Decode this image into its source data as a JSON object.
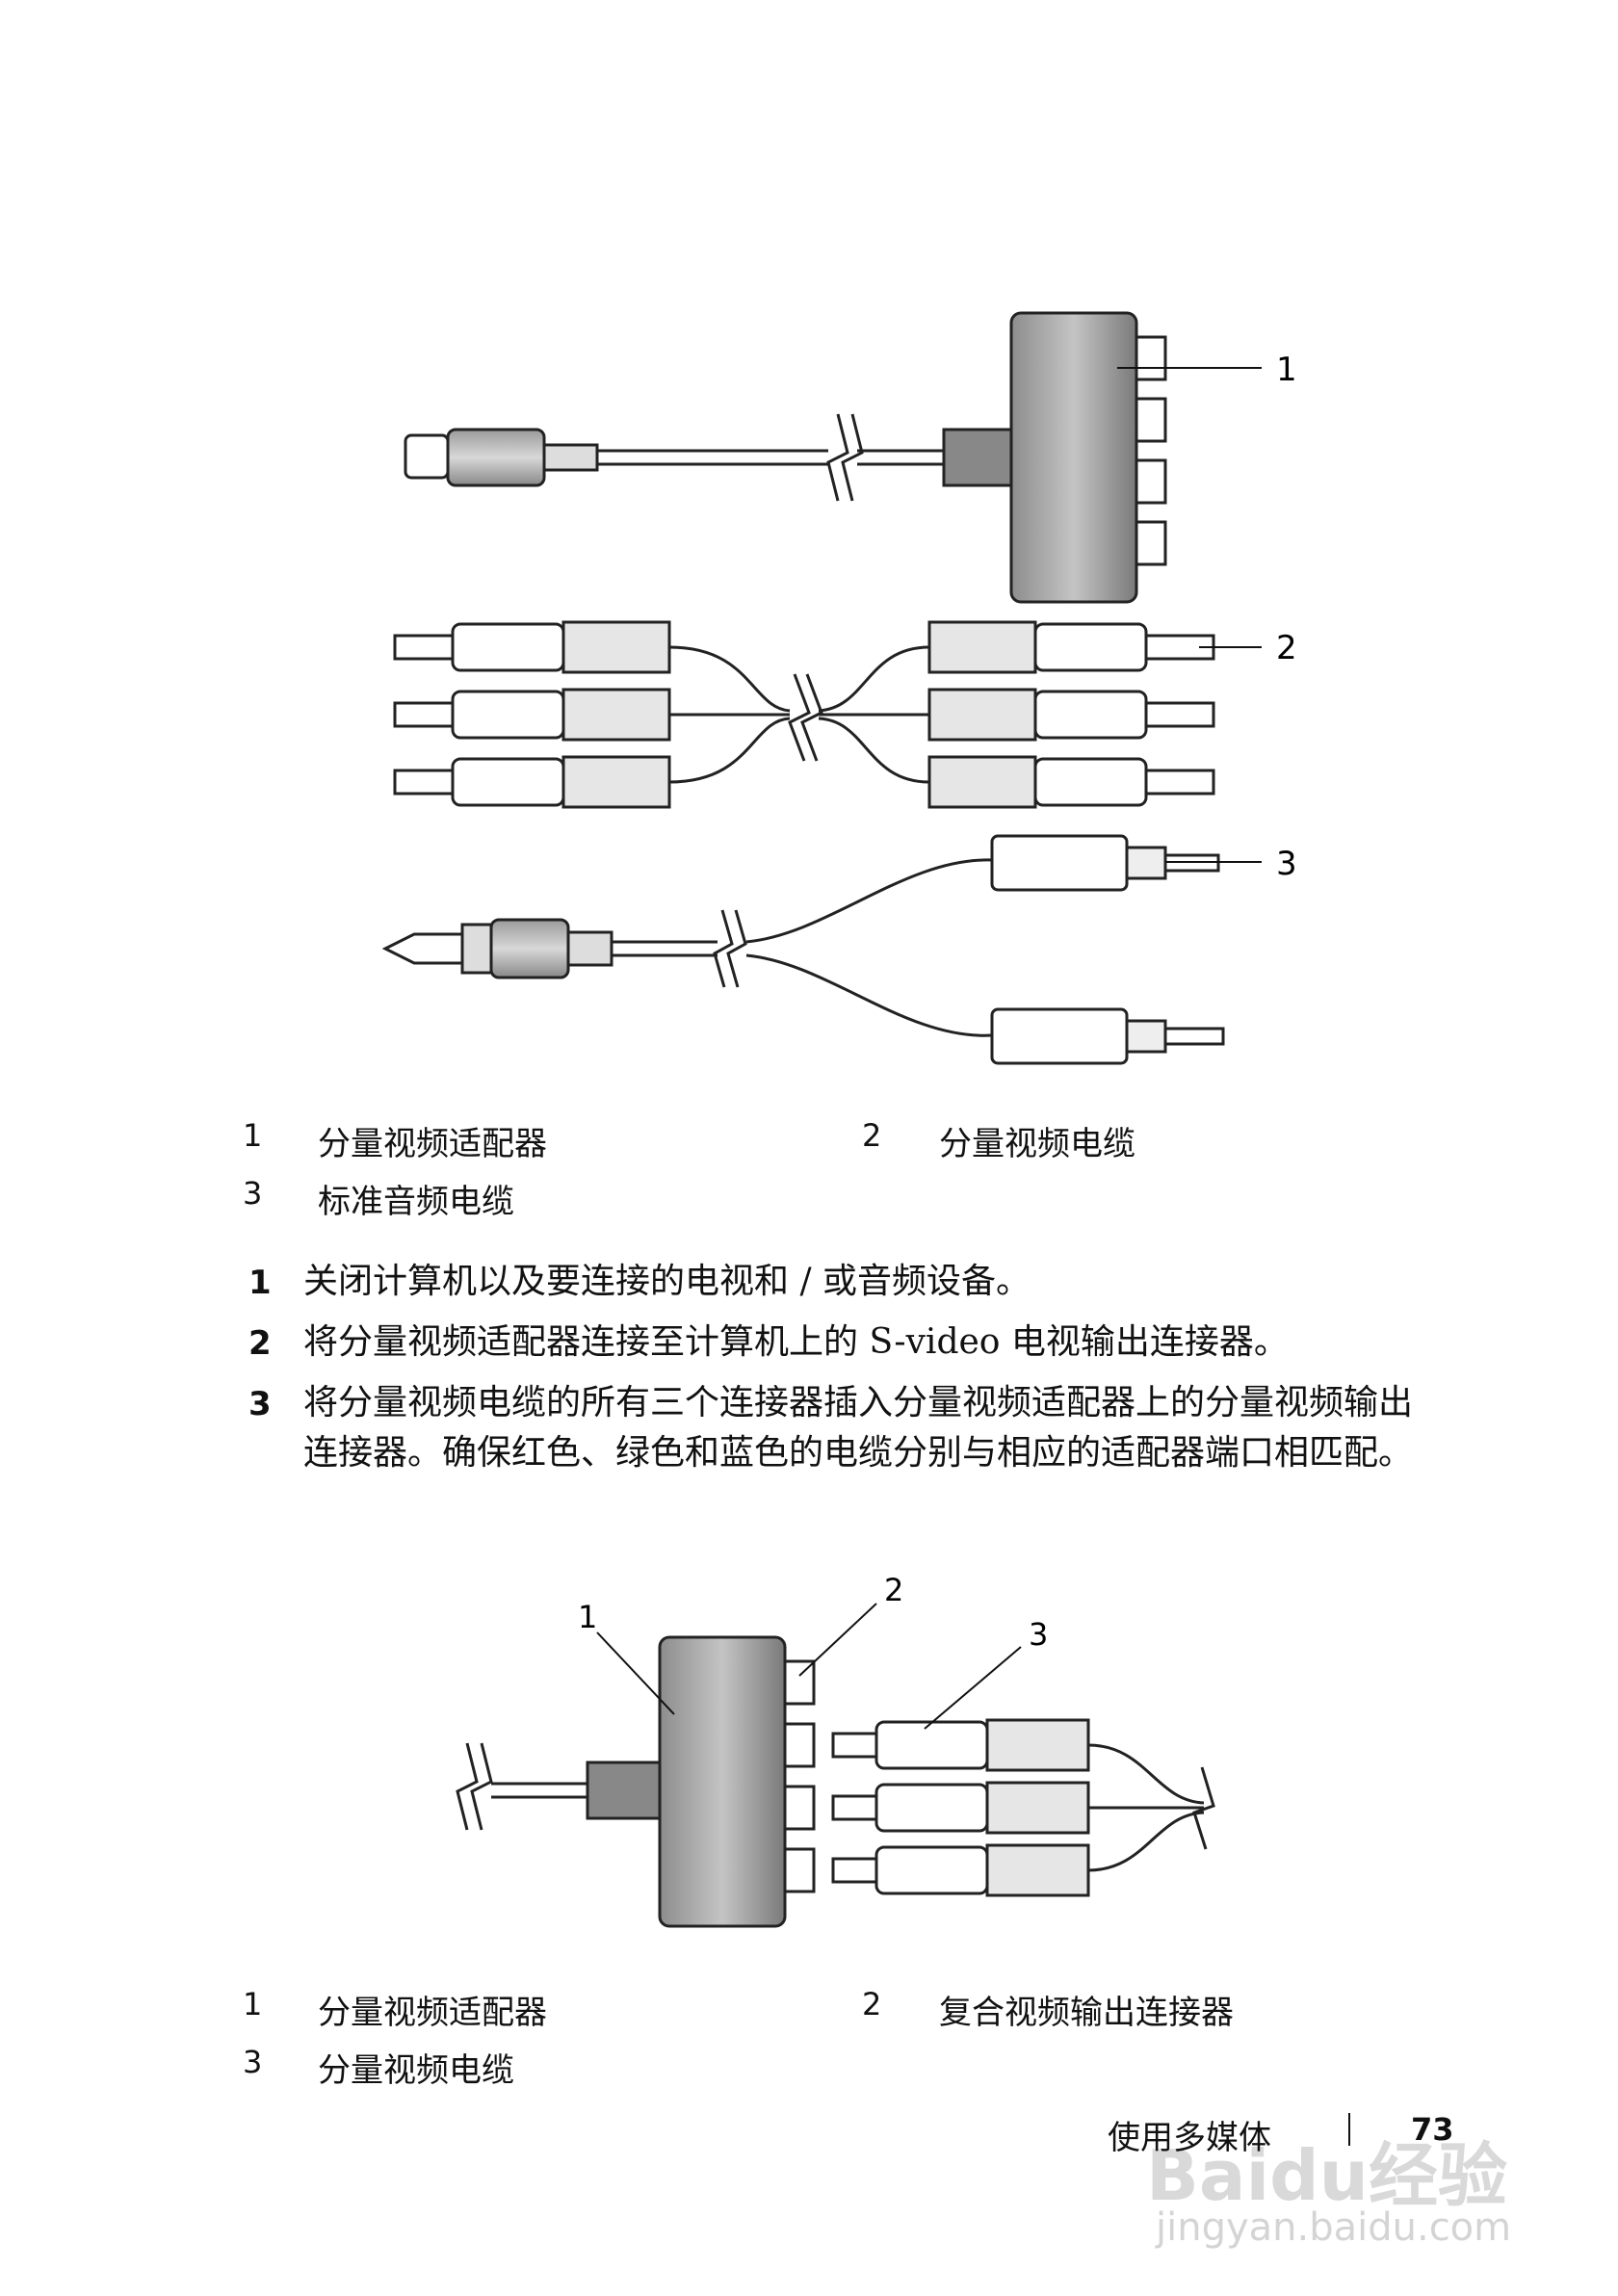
{
  "figure1": {
    "callouts": [
      "1",
      "2",
      "3"
    ],
    "legend": [
      {
        "num": "1",
        "text": "分量视频适配器"
      },
      {
        "num": "2",
        "text": "分量视频电缆"
      },
      {
        "num": "3",
        "text": "标准音频电缆"
      }
    ]
  },
  "steps": [
    {
      "num": "1",
      "text": "关闭计算机以及要连接的电视和 / 或音频设备。"
    },
    {
      "num": "2",
      "text": "将分量视频适配器连接至计算机上的 S-video 电视输出连接器。"
    },
    {
      "num": "3",
      "text": "将分量视频电缆的所有三个连接器插入分量视频适配器上的分量视频输出连接器。确保红色、绿色和蓝色的电缆分别与相应的适配器端口相匹配。"
    }
  ],
  "figure2": {
    "callouts": [
      "1",
      "2",
      "3"
    ],
    "legend": [
      {
        "num": "1",
        "text": "分量视频适配器"
      },
      {
        "num": "2",
        "text": "复合视频输出连接器"
      },
      {
        "num": "3",
        "text": "分量视频电缆"
      }
    ]
  },
  "footer": {
    "section": "使用多媒体",
    "page": "73"
  },
  "watermark": {
    "brand": "Baidu经验",
    "url": "jingyan.baidu.com"
  }
}
